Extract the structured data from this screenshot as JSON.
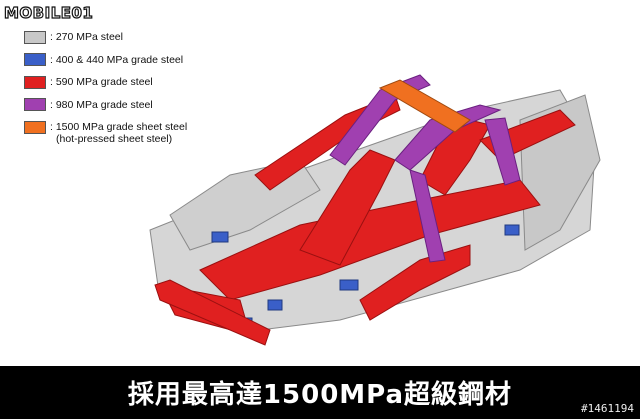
{
  "logo": {
    "text": "MOBILE01"
  },
  "legend": {
    "items": [
      {
        "label": ": 270 MPa steel",
        "color": "#c8c8c8"
      },
      {
        "label": ": 400 & 440 MPa grade steel",
        "color": "#3a5fc8"
      },
      {
        "label": ": 590 MPa grade steel",
        "color": "#e02020"
      },
      {
        "label": ": 980 MPa grade steel",
        "color": "#a040b0"
      },
      {
        "label": ": 1500 MPa grade sheet steel",
        "color": "#f07020"
      }
    ],
    "note": "(hot-pressed sheet steel)"
  },
  "caption": "採用最高達1500MPa超級鋼材",
  "watermark": "#1461194"
}
